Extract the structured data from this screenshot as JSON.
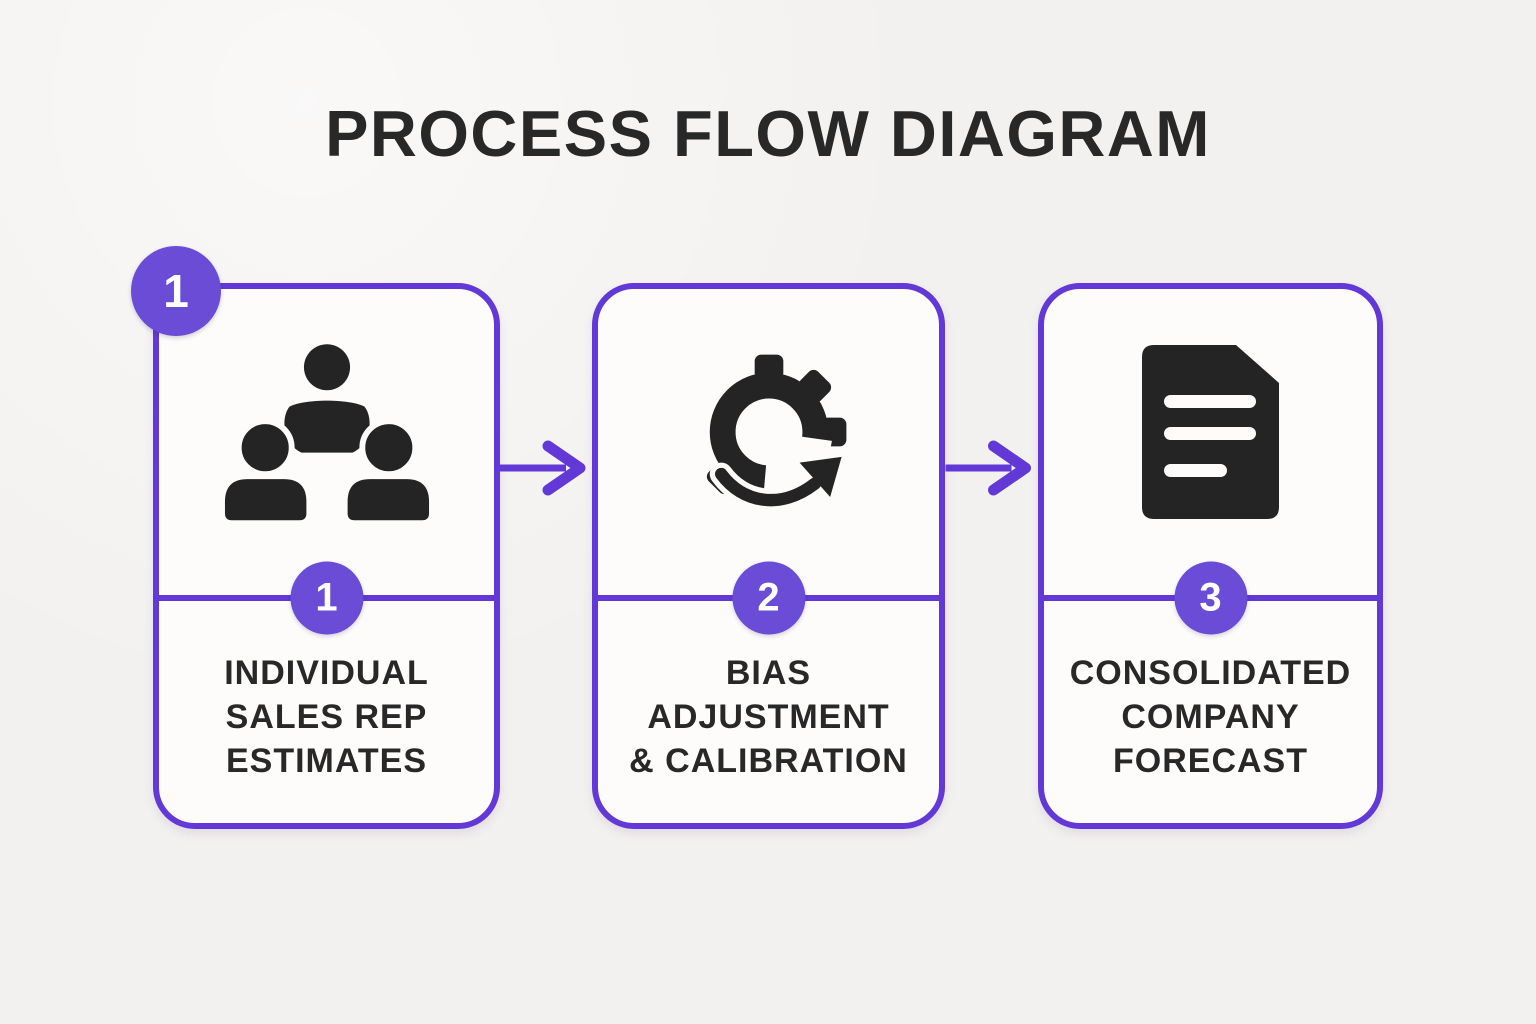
{
  "title": "PROCESS FLOW DIAGRAM",
  "colors": {
    "accent": "#6239d6",
    "badge": "#6a4cd6",
    "icon": "#242424",
    "background": "#f3f1ef",
    "card": "#fdfcfb",
    "text": "#282828"
  },
  "corner_badge": {
    "number": "1"
  },
  "steps": [
    {
      "number": "1",
      "icon": "people-group-icon",
      "lines": [
        "INDIVIDUAL",
        "SALES REP",
        "ESTIMATES"
      ]
    },
    {
      "number": "2",
      "icon": "gear-sync-icon",
      "lines": [
        "BIAS",
        "ADJUSTMENT",
        "& CALIBRATION"
      ]
    },
    {
      "number": "3",
      "icon": "document-icon",
      "lines": [
        "CONSOLIDATED",
        "COMPANY",
        "FORECAST"
      ]
    }
  ]
}
